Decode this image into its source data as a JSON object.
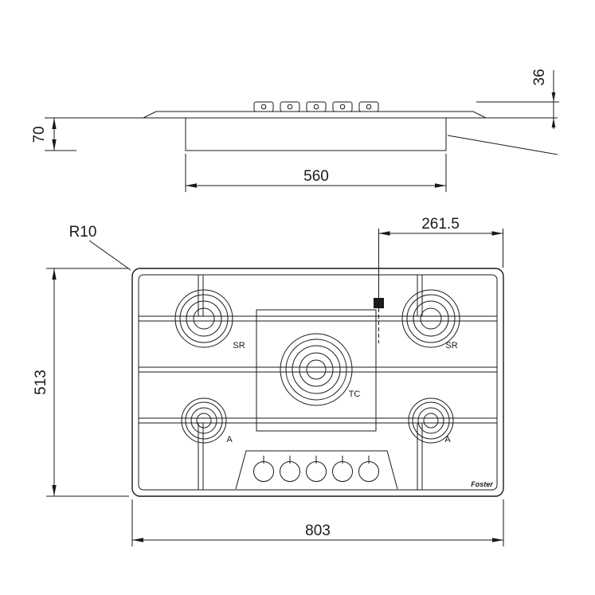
{
  "drawing": {
    "side_view": {
      "dim_depth_below_top": "70",
      "dim_height_above_top": "36",
      "dim_cutout_width": "560"
    },
    "plan_view": {
      "corner_radius_label": "R10",
      "dim_marker_offset": "261.5",
      "dim_overall_depth": "513",
      "dim_overall_width": "803",
      "burner_labels": {
        "top_left": "SR",
        "top_right": "SR",
        "center": "TC",
        "bottom_left": "A",
        "bottom_right": "A"
      },
      "brand_logo": "Foster"
    }
  }
}
